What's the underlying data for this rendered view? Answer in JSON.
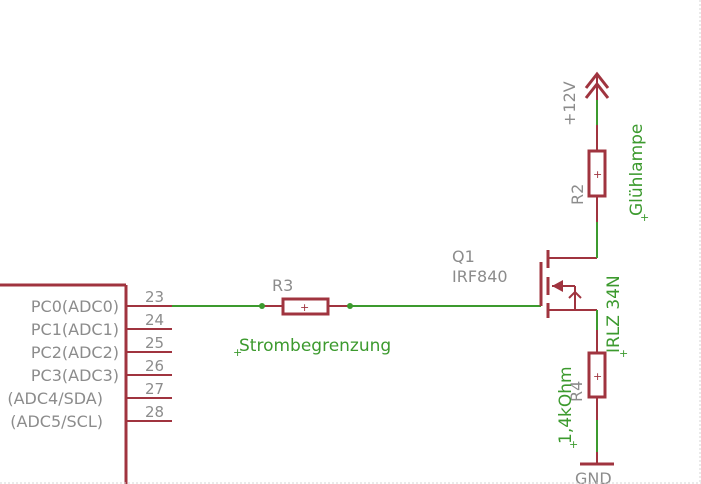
{
  "mcu": {
    "pins": [
      {
        "name": "PC0(ADC0)",
        "number": "23"
      },
      {
        "name": "PC1(ADC1)",
        "number": "24"
      },
      {
        "name": "PC2(ADC2)",
        "number": "25"
      },
      {
        "name": "PC3(ADC3)",
        "number": "26"
      },
      {
        "name": "(ADC4/SDA)",
        "number": "27"
      },
      {
        "name": "(ADC5/SCL)",
        "number": "28"
      }
    ]
  },
  "r3": {
    "name": "R3",
    "value": "Strombegrenzung"
  },
  "q1": {
    "name": "Q1",
    "part": "IRF840",
    "value": "IRLZ 34N"
  },
  "r2": {
    "name": "R2",
    "value": "Glühlampe"
  },
  "r4": {
    "name": "R4",
    "value": "1,4kOhm"
  },
  "supply": {
    "label": "+12V"
  },
  "ground": {
    "label": "GND"
  },
  "colors": {
    "wire": "#3c9a2e",
    "symbol": "#a0343f",
    "label": "#8c8c8c",
    "value": "#3c9a2e"
  }
}
